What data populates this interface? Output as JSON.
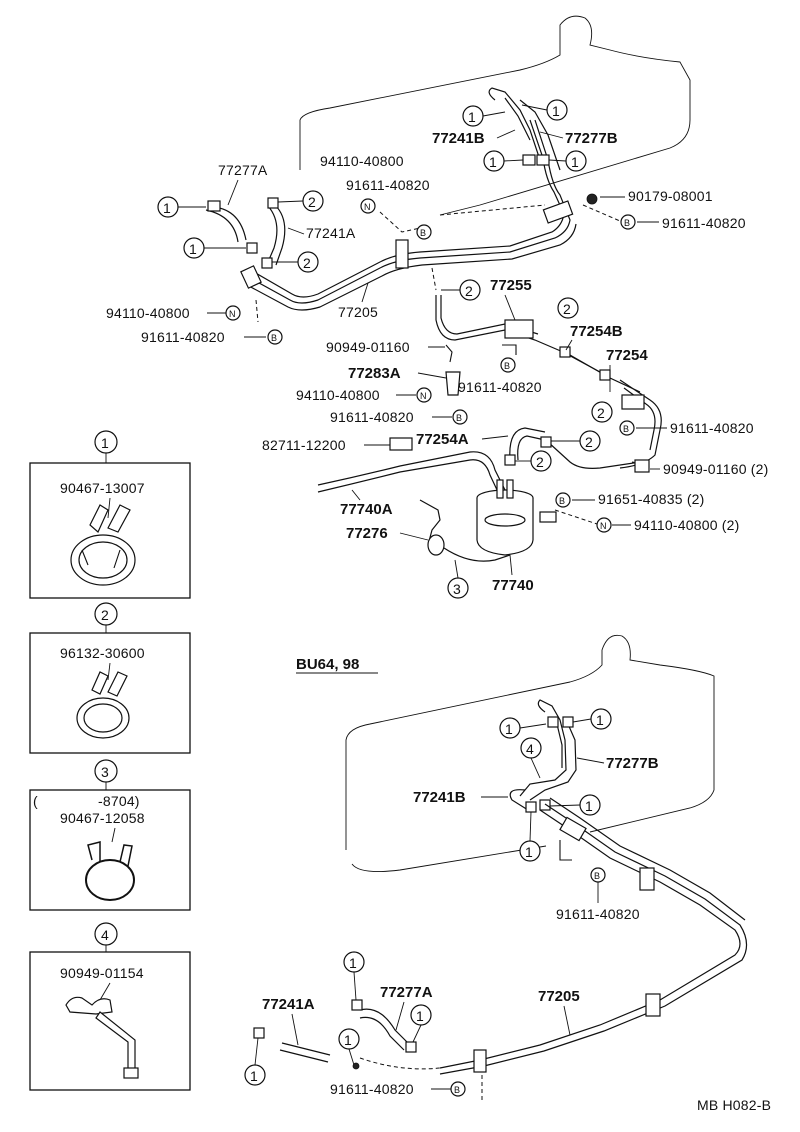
{
  "section_variant": "BU64, 98",
  "diagram_code": "MB H082-B",
  "upper": {
    "p77277A": "77277A",
    "p77241A": "77241A",
    "p77205": "77205",
    "p94110_a": "94110-40800",
    "p91611_a": "91611-40820",
    "p94110_b": "94110-40800",
    "p91611_b": "91611-40820",
    "p77241B": "77241B",
    "p77277B": "77277B",
    "p90179": "90179-08001",
    "p91611_c": "91611-40820",
    "p77255": "77255",
    "p90949_a": "90949-01160",
    "p91611_d": "91611-40820",
    "p77283A": "77283A",
    "p94110_c": "94110-40800",
    "p91611_e": "91611-40820",
    "p77254B": "77254B",
    "p77254": "77254",
    "p91611_f": "91611-40820",
    "p82711": "82711-12200",
    "p77254A": "77254A",
    "p90949_b": "90949-01160 (2)",
    "p77740A": "77740A",
    "p91651": "91651-40835 (2)",
    "p77276": "77276",
    "p94110_d": "94110-40800 (2)",
    "p77740": "77740"
  },
  "lower": {
    "p77277B": "77277B",
    "p77241B": "77241B",
    "p91611_a": "91611-40820",
    "p77241A": "77241A",
    "p77277A": "77277A",
    "p77205": "77205",
    "p91611_b": "91611-40820"
  },
  "legend": {
    "item1": {
      "marker": "1",
      "part": "90467-13007"
    },
    "item2": {
      "marker": "2",
      "part": "96132-30600"
    },
    "item3": {
      "marker": "3",
      "note_open": "(",
      "note_range": "-8704)",
      "part": "90467-12058"
    },
    "item4": {
      "marker": "4",
      "part": "90949-01154"
    }
  },
  "markers": {
    "one": "1",
    "two": "2",
    "three": "3",
    "four": "4",
    "bolt": "B",
    "nut": "N"
  }
}
